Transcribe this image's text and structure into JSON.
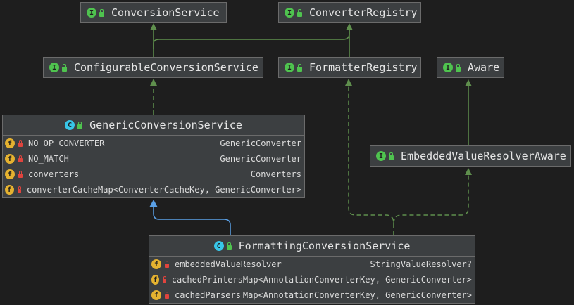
{
  "colors": {
    "background": "#1e1e1e",
    "box": "#3c3f41",
    "extends_edge": "#5aa0e6",
    "interface_edge": "#5f8f4d"
  },
  "nodes": {
    "conversion_service": {
      "badge": "I",
      "name": "ConversionService"
    },
    "converter_registry": {
      "badge": "I",
      "name": "ConverterRegistry"
    },
    "configurable_conversion_service": {
      "badge": "I",
      "name": "ConfigurableConversionService"
    },
    "formatter_registry": {
      "badge": "I",
      "name": "FormatterRegistry"
    },
    "aware": {
      "badge": "I",
      "name": "Aware"
    },
    "embedded_value_resolver_aware": {
      "badge": "I",
      "name": "EmbeddedValueResolverAware"
    },
    "generic_conversion_service": {
      "badge": "C",
      "name": "GenericConversionService",
      "fields": [
        {
          "badge": "f",
          "name": "NO_OP_CONVERTER",
          "type": "GenericConverter"
        },
        {
          "badge": "f",
          "name": "NO_MATCH",
          "type": "GenericConverter"
        },
        {
          "badge": "f",
          "name": "converters",
          "type": "Converters"
        },
        {
          "badge": "f",
          "name": "converterCache",
          "type": "Map<ConverterCacheKey, GenericConverter>"
        }
      ]
    },
    "formatting_conversion_service": {
      "badge": "C",
      "name": "FormattingConversionService",
      "fields": [
        {
          "badge": "f",
          "name": "embeddedValueResolver",
          "type": "StringValueResolver?"
        },
        {
          "badge": "f",
          "name": "cachedPrinters",
          "type": "Map<AnnotationConverterKey, GenericConverter>"
        },
        {
          "badge": "f",
          "name": "cachedParsers",
          "type": "Map<AnnotationConverterKey, GenericConverter>"
        }
      ]
    }
  }
}
